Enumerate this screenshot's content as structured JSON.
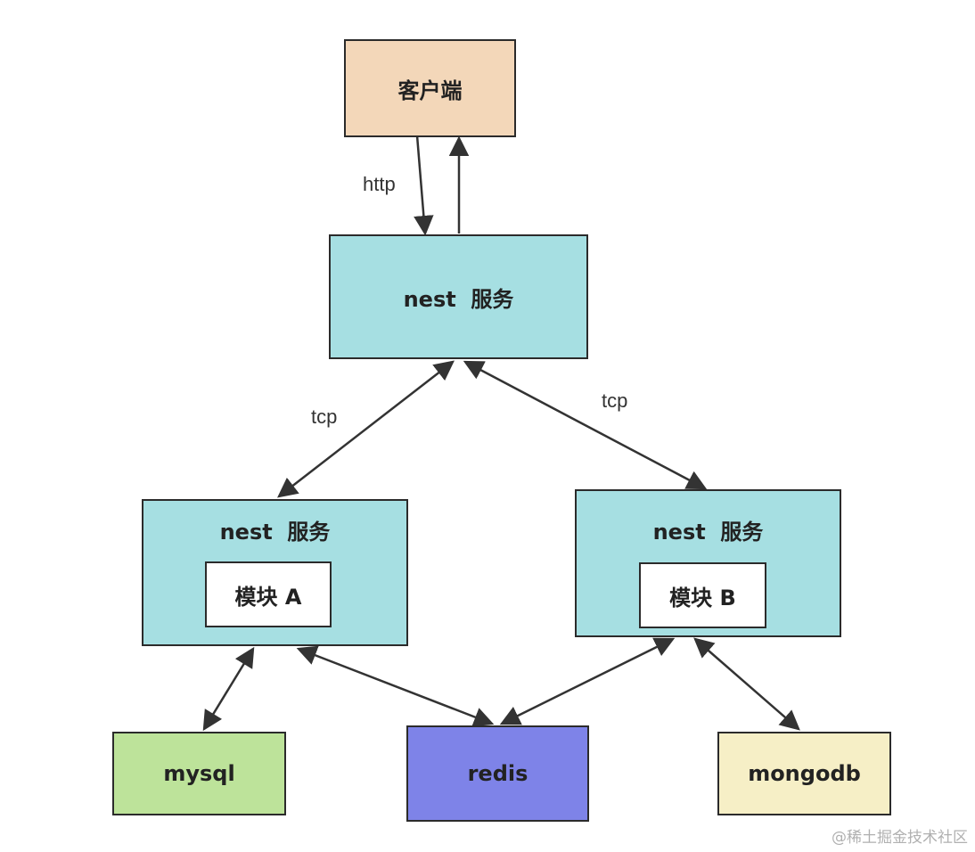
{
  "nodes": {
    "client": {
      "label": "客户端",
      "color": "#f3d7b9"
    },
    "gateway": {
      "label": "nest  服务",
      "color": "#a6dfe2"
    },
    "service_a": {
      "label": "nest  服务",
      "module": "模块 A",
      "color": "#a6dfe2"
    },
    "service_b": {
      "label": "nest  服务",
      "module": "模块 B",
      "color": "#a6dfe2"
    },
    "mysql": {
      "label": "mysql",
      "color": "#bde39a"
    },
    "redis": {
      "label": "redis",
      "color": "#7e83e8"
    },
    "mongodb": {
      "label": "mongodb",
      "color": "#f6efc6"
    }
  },
  "edge_labels": {
    "http": "http",
    "tcp_left": "tcp",
    "tcp_right": "tcp"
  },
  "watermark": "@稀土掘金技术社区",
  "colors": {
    "stroke": "#2b2b2b",
    "arrow": "#333333"
  }
}
